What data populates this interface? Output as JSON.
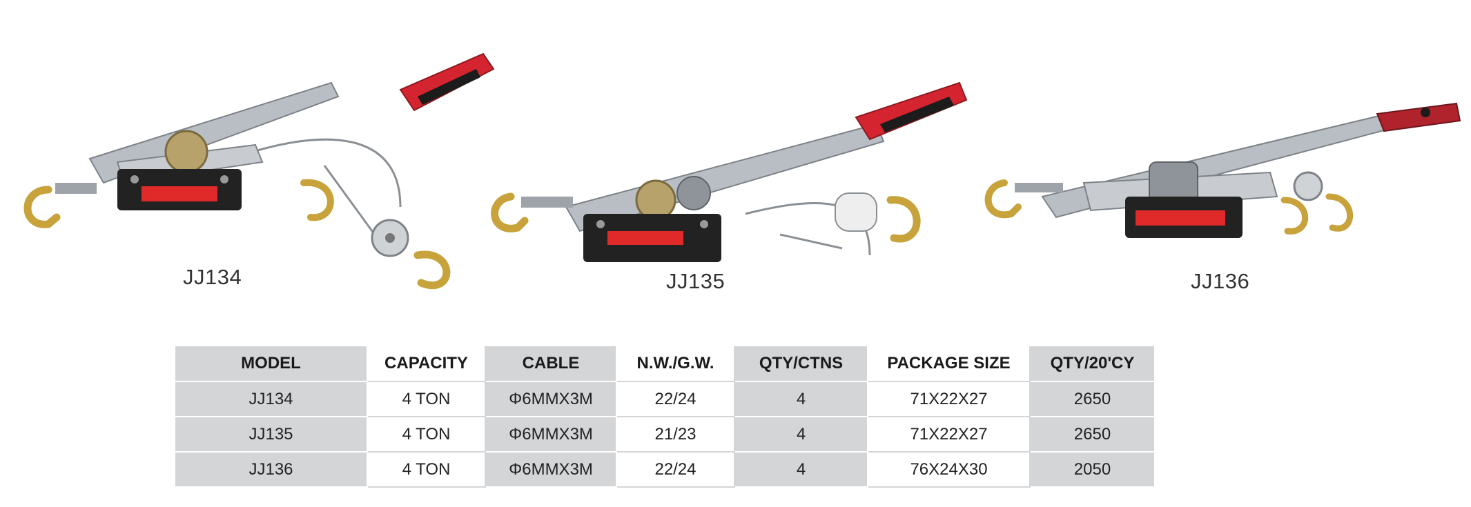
{
  "products": [
    {
      "id": "p1",
      "label": "JJ134"
    },
    {
      "id": "p2",
      "label": "JJ135"
    },
    {
      "id": "p3",
      "label": "JJ136"
    }
  ],
  "table": {
    "headers": [
      "MODEL",
      "CAPACITY",
      "CABLE",
      "N.W./G.W.",
      "QTY/CTNS",
      "PACKAGE SIZE",
      "QTY/20'CY"
    ],
    "rows": [
      [
        "JJ134",
        "4 TON",
        "Φ6MMX3M",
        "22/24",
        "4",
        "71X22X27",
        "2650"
      ],
      [
        "JJ135",
        "4 TON",
        "Φ6MMX3M",
        "21/23",
        "4",
        "71X22X27",
        "2650"
      ],
      [
        "JJ136",
        "4 TON",
        "Φ6MMX3M",
        "22/24",
        "4",
        "76X24X30",
        "2050"
      ]
    ]
  },
  "colors": {
    "grip": "#d4242f",
    "metal": "#b9bec4",
    "hook": "#c8a23a",
    "label_plate": "#e02a2a",
    "table_shade": "#d4d5d7"
  }
}
